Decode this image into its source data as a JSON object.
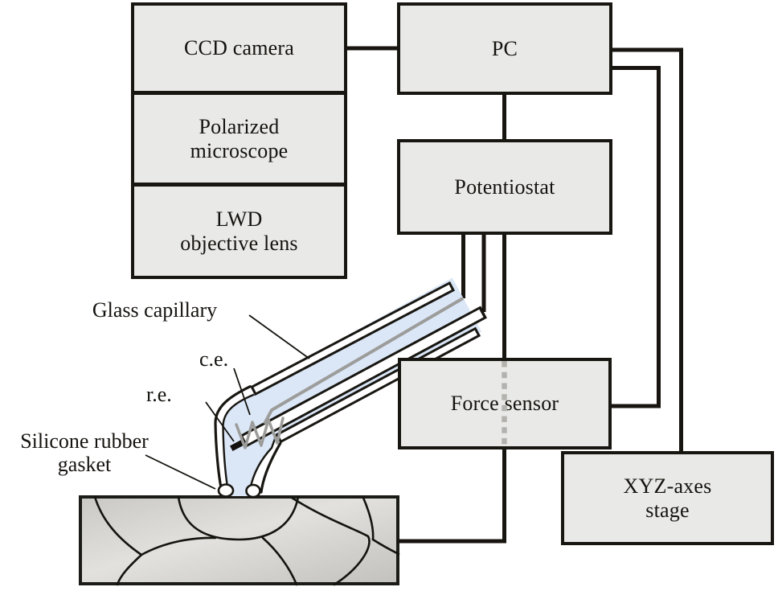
{
  "boxes": {
    "ccd_camera": {
      "label": "CCD camera"
    },
    "polarized_microscope": {
      "line1": "Polarized",
      "line2": "microscope"
    },
    "lwd_objective_lens": {
      "line1": "LWD",
      "line2": "objective lens"
    },
    "pc": {
      "label": "PC"
    },
    "potentiostat": {
      "label": "Potentiostat"
    },
    "force_sensor": {
      "label": "Force sensor"
    },
    "xyz_stage": {
      "line1": "XYZ-axes",
      "line2": "stage"
    }
  },
  "annotations": {
    "glass_capillary": {
      "label": "Glass capillary"
    },
    "counter_electrode": {
      "label": "c.e."
    },
    "reference_electrode": {
      "label": "r.e."
    },
    "silicone_gasket": {
      "line1": "Silicone rubber",
      "line2": "gasket"
    }
  },
  "colors": {
    "box_fill": "#e9e9e7",
    "outline_black": "#181611",
    "wire_black": "#181410",
    "electrolyte_blue": "#dbe7f7",
    "electrode_gray": "#9c9c9a",
    "dashed_wire_gray": "#b4b2ae",
    "sample_gray_light": "#e1e0dd",
    "sample_gray_dark": "#c6c5c2"
  }
}
